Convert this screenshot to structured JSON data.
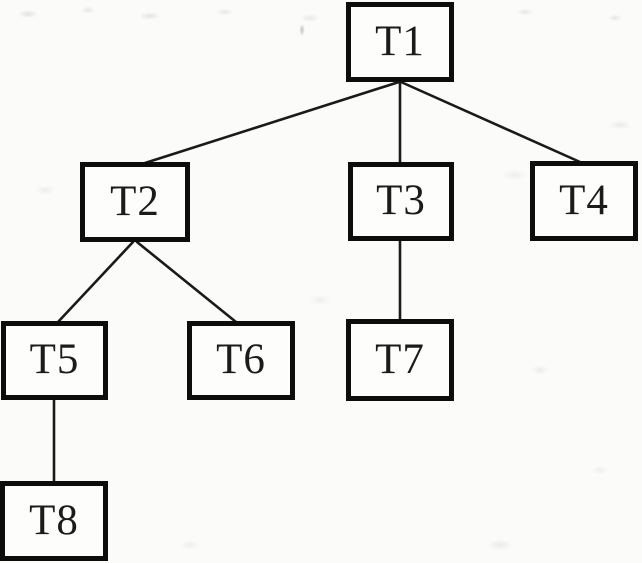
{
  "diagram": {
    "type": "tree",
    "nodes": [
      {
        "id": "T1",
        "label": "T1"
      },
      {
        "id": "T2",
        "label": "T2"
      },
      {
        "id": "T3",
        "label": "T3"
      },
      {
        "id": "T4",
        "label": "T4"
      },
      {
        "id": "T5",
        "label": "T5"
      },
      {
        "id": "T6",
        "label": "T6"
      },
      {
        "id": "T7",
        "label": "T7"
      },
      {
        "id": "T8",
        "label": "T8"
      }
    ],
    "edges": [
      {
        "from": "T1",
        "to": "T2"
      },
      {
        "from": "T1",
        "to": "T3"
      },
      {
        "from": "T1",
        "to": "T4"
      },
      {
        "from": "T2",
        "to": "T5"
      },
      {
        "from": "T2",
        "to": "T6"
      },
      {
        "from": "T3",
        "to": "T7"
      },
      {
        "from": "T5",
        "to": "T8"
      }
    ],
    "colors": {
      "background": "#fbfbf9",
      "box_fill": "#fdfdfc",
      "box_border": "#0d0d0d",
      "line": "#1a1a1a",
      "text": "#1b1b1b"
    }
  }
}
